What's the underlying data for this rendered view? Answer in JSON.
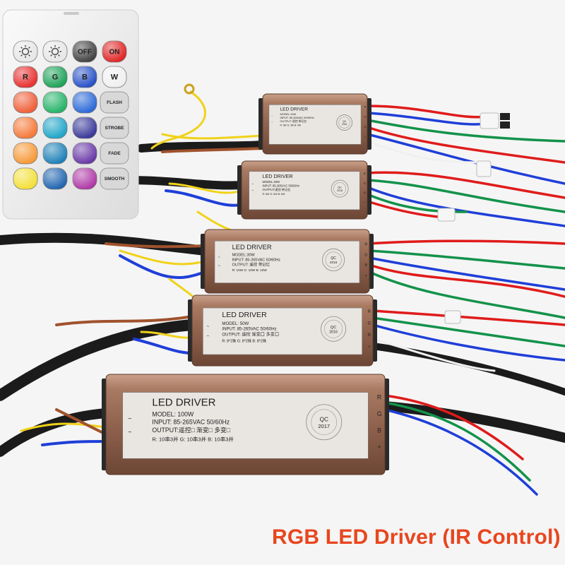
{
  "caption": "RGB LED Driver (IR Control)",
  "colors": {
    "caption": "#e8461e",
    "housing": "#9a6e5a",
    "remote": "#f2f2f2",
    "wire_red": "#e01b1b",
    "wire_green": "#13924a",
    "wire_blue": "#1f3fd8",
    "wire_yellow": "#f0d21a",
    "wire_brown": "#a0522d"
  },
  "remote": {
    "rows": [
      [
        {
          "id": "bright-up",
          "label": "",
          "icon": "sun-plus-icon",
          "color": "#e6e6e6"
        },
        {
          "id": "bright-down",
          "label": "",
          "icon": "sun-minus-icon",
          "color": "#e6e6e6"
        },
        {
          "id": "off",
          "label": "OFF",
          "icon": "",
          "color": "#444444"
        },
        {
          "id": "on",
          "label": "ON",
          "icon": "",
          "color": "#e02828"
        }
      ],
      [
        {
          "id": "r",
          "label": "R",
          "icon": "",
          "color": "#e83232"
        },
        {
          "id": "g",
          "label": "G",
          "icon": "",
          "color": "#1fa35a"
        },
        {
          "id": "b",
          "label": "B",
          "icon": "",
          "color": "#2a52c8"
        },
        {
          "id": "w",
          "label": "W",
          "icon": "",
          "color": "#f0f0f0"
        }
      ],
      [
        {
          "id": "c1",
          "label": "",
          "icon": "",
          "color": "#f0603a"
        },
        {
          "id": "c2",
          "label": "",
          "icon": "",
          "color": "#26b46a"
        },
        {
          "id": "c3",
          "label": "",
          "icon": "",
          "color": "#2d6ad8"
        },
        {
          "id": "flash",
          "label": "FLASH",
          "icon": "",
          "color": "#d8d8d8"
        }
      ],
      [
        {
          "id": "c4",
          "label": "",
          "icon": "",
          "color": "#f57a3a"
        },
        {
          "id": "c5",
          "label": "",
          "icon": "",
          "color": "#22a6c8"
        },
        {
          "id": "c6",
          "label": "",
          "icon": "",
          "color": "#3a3a9a"
        },
        {
          "id": "strobe",
          "label": "STROBE",
          "icon": "",
          "color": "#d8d8d8"
        }
      ],
      [
        {
          "id": "c7",
          "label": "",
          "icon": "",
          "color": "#f79a3a"
        },
        {
          "id": "c8",
          "label": "",
          "icon": "",
          "color": "#1f82b8"
        },
        {
          "id": "c9",
          "label": "",
          "icon": "",
          "color": "#6a3aa8"
        },
        {
          "id": "fade",
          "label": "FADE",
          "icon": "",
          "color": "#d8d8d8"
        }
      ],
      [
        {
          "id": "c10",
          "label": "",
          "icon": "",
          "color": "#f4e03a"
        },
        {
          "id": "c11",
          "label": "",
          "icon": "",
          "color": "#2266b0"
        },
        {
          "id": "c12",
          "label": "",
          "icon": "",
          "color": "#b03aa8"
        },
        {
          "id": "smooth",
          "label": "SMOOTH",
          "icon": "",
          "color": "#d8d8d8"
        }
      ]
    ]
  },
  "drivers": [
    {
      "title": "LED DRIVER",
      "model": "MODEL:10W",
      "input": "INPUT: 85-265VAC 50/60Hz",
      "output": "OUTPUT: 遥控 带记忆",
      "channels": "R: 3W   G: 3W   B: 3W",
      "seal": "QC 2016",
      "pins": [
        "R",
        "G",
        "B",
        "+"
      ]
    },
    {
      "title": "LED DRIVER",
      "model": "MODEL:20W",
      "input": "INPUT: 85-265VAC 50/60Hz",
      "output": "OUTPUT:遥控 带记忆",
      "channels": "R: 6W   G: 6W   B: 6W",
      "seal": "QC 2016",
      "pins": [
        "R",
        "G",
        "B",
        "+"
      ]
    },
    {
      "title": "LED DRIVER",
      "model": "MODEL:30W",
      "input": "INPUT: 85-265VAC  50/60Hz",
      "output": "OUTPUT: 遥控 带记忆",
      "channels": "R: 10W   G: 10W   B: 10W",
      "seal": "QC 2016",
      "pins": [
        "R",
        "G",
        "B",
        "+"
      ]
    },
    {
      "title": "LED DRIVER",
      "model": "MODEL: 50W",
      "input": "INPUT: 85-265VAC    50/60Hz",
      "output": "OUTPUT: 遥控 渐变口 多变口",
      "channels": "R: 8*2珠   G: 8*2珠   B: 8*2珠",
      "seal": "QC 2016",
      "pins": [
        "R",
        "G",
        "B",
        "+"
      ]
    },
    {
      "title": "LED DRIVER",
      "model": "MODEL: 100W",
      "input": "INPUT:  85-265VAC    50/60Hz",
      "output": "OUTPUT:遥控□  渐变□  多变□",
      "channels": "R:  10串3并    G:  10串3并    B:  10串3并",
      "seal": "QC 2017",
      "pins": [
        "R",
        "G",
        "B",
        "+"
      ]
    }
  ]
}
